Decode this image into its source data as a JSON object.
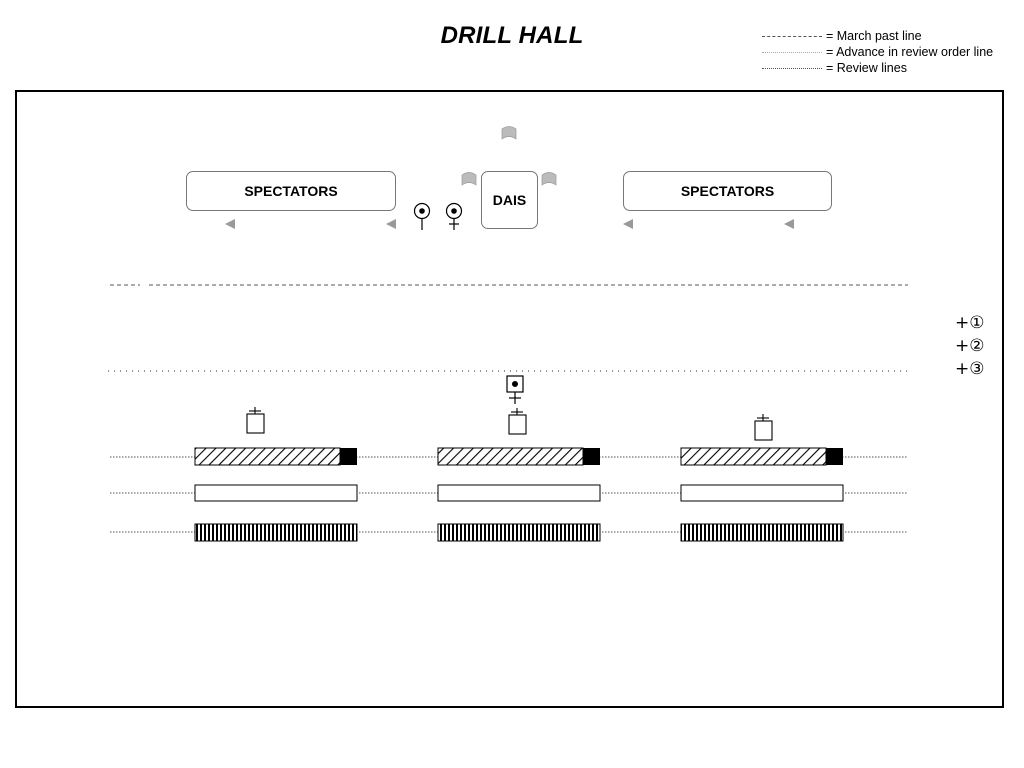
{
  "title": "DRILL HALL",
  "legend": {
    "march_past": "= March past line",
    "advance": "= Advance in review order line",
    "review": "= Review lines"
  },
  "labels": {
    "spectators_left": "SPECTATORS",
    "spectators_right": "SPECTATORS",
    "dais": "DAIS"
  },
  "markers": {
    "position_1": "+①",
    "position_2": "+②",
    "position_3": "+③"
  },
  "colors": {
    "border": "#000000",
    "flag": "#bbbbbb",
    "arrow": "#999999",
    "line": "#555555"
  }
}
